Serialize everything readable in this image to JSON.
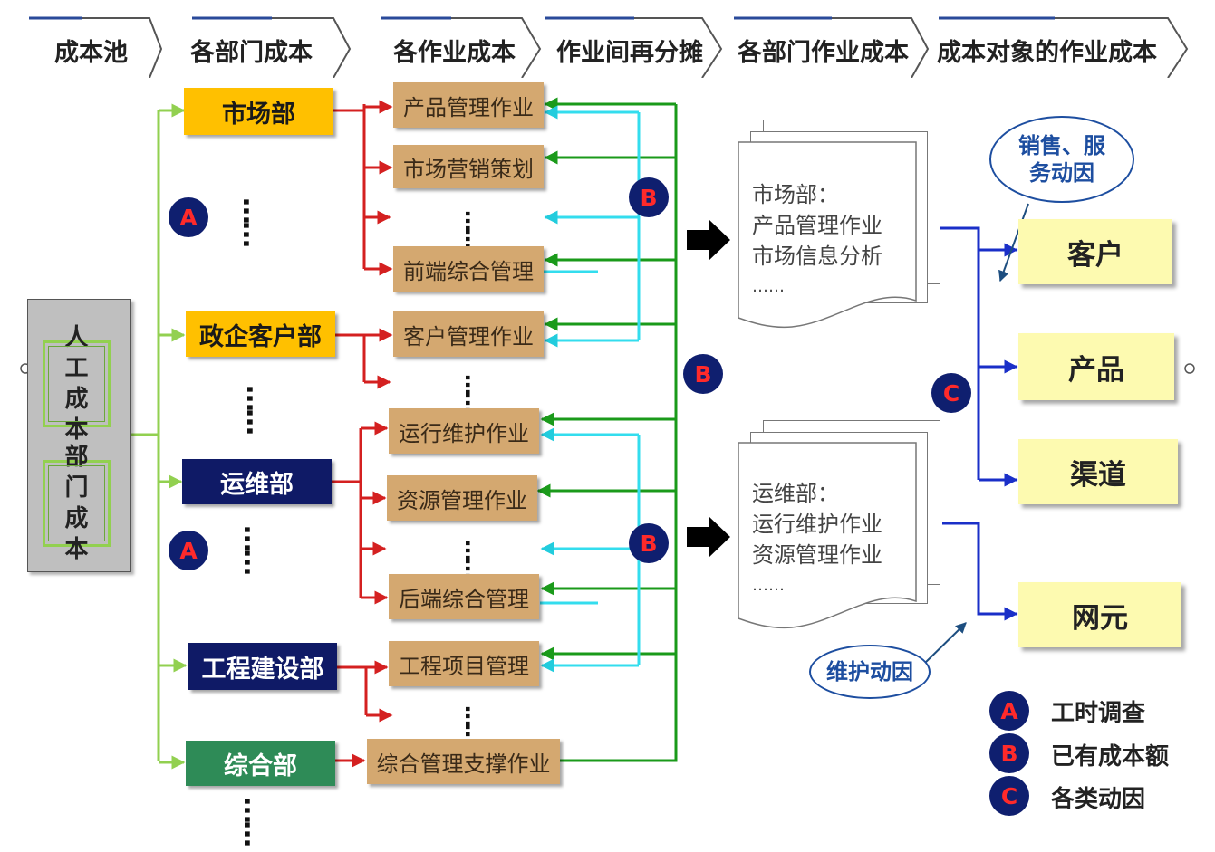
{
  "headers": [
    "成本池",
    "各部门成本",
    "各作业成本",
    "作业间再分摊",
    "各部门作业成本",
    "成本对象的作业成本"
  ],
  "cost_pool": {
    "items": [
      "人工成本",
      "部门成本"
    ]
  },
  "departments": [
    {
      "label": "市场部",
      "fill": "#ffc000",
      "text_color": "#1a1a1a"
    },
    {
      "label": "政企客户部",
      "fill": "#ffc000",
      "text_color": "#1a1a1a"
    },
    {
      "label": "运维部",
      "fill": "#0f1a66",
      "text_color": "#ffffff"
    },
    {
      "label": "工程建设部",
      "fill": "#0f1a66",
      "text_color": "#ffffff"
    },
    {
      "label": "综合部",
      "fill": "#2e8b57",
      "text_color": "#ffffff"
    }
  ],
  "activities": [
    "产品管理作业",
    "市场营销策划",
    "前端综合管理",
    "客户管理作业",
    "运行维护作业",
    "资源管理作业",
    "后端综合管理",
    "工程项目管理",
    "综合管理支撑作业"
  ],
  "ellipsis": "……",
  "markers": {
    "A": "A",
    "B": "B",
    "C": "C"
  },
  "doc_stacks": [
    {
      "lines": [
        "市场部：",
        "产品管理作业",
        "市场信息分析",
        "……"
      ]
    },
    {
      "lines": [
        "运维部：",
        "运行维护作业",
        "资源管理作业",
        "……"
      ]
    }
  ],
  "cost_objects": [
    "客户",
    "产品",
    "渠道",
    "网元"
  ],
  "drivers": {
    "sales_service": "销售、服务动因",
    "maintenance": "维护动因"
  },
  "legend": [
    {
      "marker": "A",
      "label": "工时调查"
    },
    {
      "marker": "B",
      "label": "已有成本额"
    },
    {
      "marker": "C",
      "label": "各类动因"
    }
  ],
  "colors": {
    "pool_link": "#92d050",
    "dept_to_activity": "#d42020",
    "reallocation_green": "#1a9a1a",
    "reallocation_cyan": "#33ddee",
    "object_link": "#1a2fc8",
    "marker_fill": "#0f1f6f"
  }
}
